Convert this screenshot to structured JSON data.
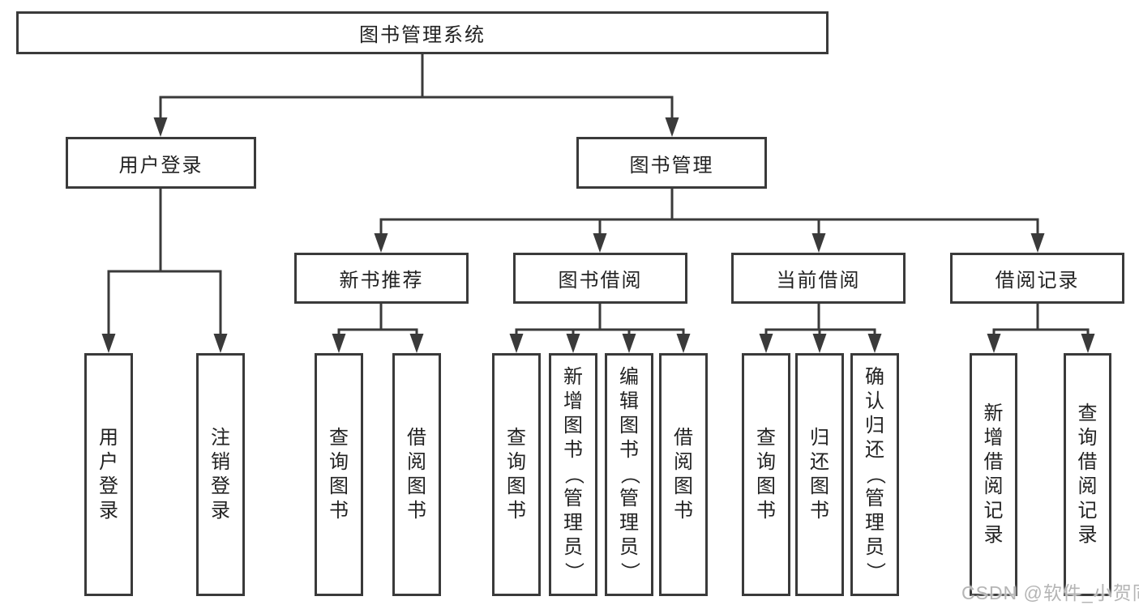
{
  "diagram": {
    "root": {
      "label": "图书管理系统"
    },
    "branches": [
      {
        "label": "用户登录",
        "children": [
          {
            "label": "用户登录"
          },
          {
            "label": "注销登录"
          }
        ]
      },
      {
        "label": "图书管理",
        "children": [
          {
            "label": "新书推荐",
            "children": [
              {
                "label": "查询图书"
              },
              {
                "label": "借阅图书"
              }
            ]
          },
          {
            "label": "图书借阅",
            "children": [
              {
                "label": "查询图书"
              },
              {
                "label": "新增图书（管理员）"
              },
              {
                "label": "编辑图书（管理员）"
              },
              {
                "label": "借阅图书"
              }
            ]
          },
          {
            "label": "当前借阅",
            "children": [
              {
                "label": "查询图书"
              },
              {
                "label": "归还图书"
              },
              {
                "label": "确认归还（管理员）"
              }
            ]
          },
          {
            "label": "借阅记录",
            "children": [
              {
                "label": "新增借阅记录"
              },
              {
                "label": "查询借阅记录"
              }
            ]
          }
        ]
      }
    ],
    "watermark": "CSDN @软件_小贺同学",
    "colors": {
      "line": "#3a3a3a",
      "box_border": "#3a3a3a",
      "text": "#222222",
      "background": "#ffffff",
      "watermark": "#b5b5b5"
    }
  }
}
